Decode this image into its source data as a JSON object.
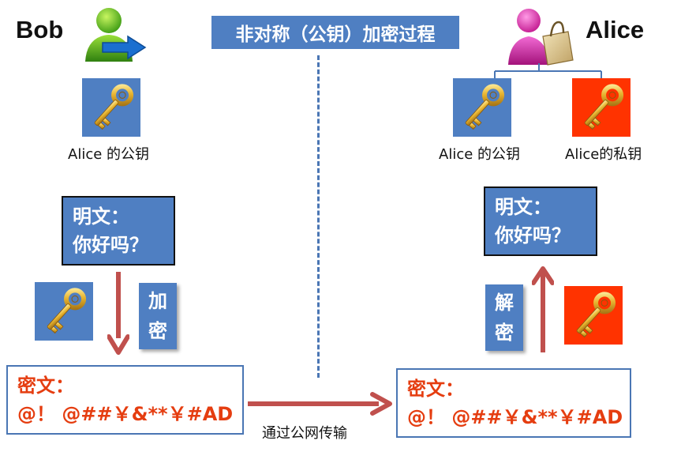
{
  "title": "非对称（公钥）加密过程",
  "bob": {
    "name": "Bob",
    "icon": "user-sending-icon",
    "public_key_caption": "Alice 的公钥",
    "plaintext": {
      "line1": "明文：",
      "line2": "你好吗？"
    },
    "encrypt_label": {
      "c1": "加",
      "c2": "密"
    },
    "ciphertext": {
      "line1": "密文：",
      "line2": "@！ @##￥&**￥#AD"
    }
  },
  "alice": {
    "name": "Alice",
    "icon": "user-shopping-icon",
    "public_key_caption": "Alice 的公钥",
    "private_key_caption": "Alice的私钥",
    "plaintext": {
      "line1": "明文：",
      "line2": "你好吗？"
    },
    "decrypt_label": {
      "c1": "解",
      "c2": "密"
    },
    "ciphertext": {
      "line1": "密文：",
      "line2": "@！ @##￥&**￥#AD"
    }
  },
  "network_label": "通过公网传输",
  "colors": {
    "box_blue": "#4f7fc2",
    "public_key_tile": "#4f7fc2",
    "private_key_tile": "#ff3300",
    "arrow": "#c0504d",
    "cipher_text": "#e53d10",
    "connector": "#4a76b4"
  }
}
